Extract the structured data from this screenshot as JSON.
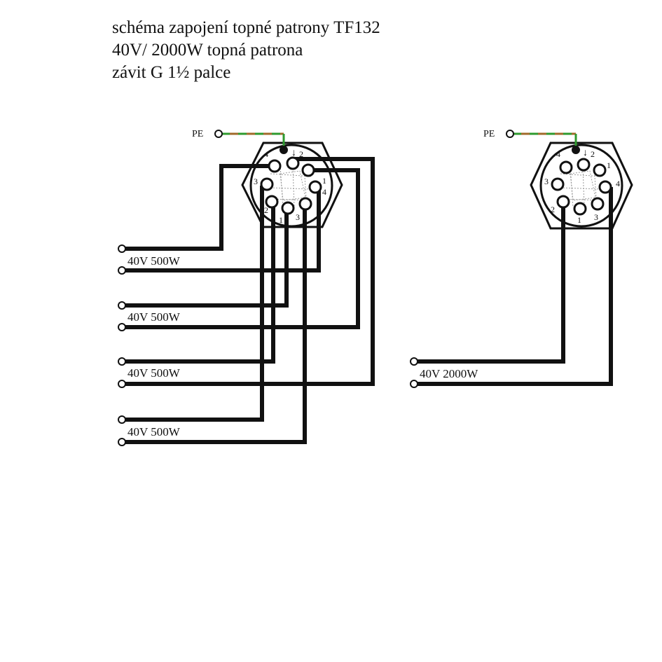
{
  "title": {
    "line1": "schéma zapojení topné patrony TF132",
    "line2": "40V/ 2000W topná patrona",
    "line3": "závit G 1½ palce"
  },
  "colors": {
    "wire": "#111111",
    "pe_green": "#2e9a2e",
    "pe_brown": "#a06a2a",
    "grid": "#9a9a9a"
  },
  "left_diagram": {
    "pe_label": "PE",
    "pin_numbers": [
      "4",
      "2",
      "3",
      "1",
      "4",
      "1",
      "3",
      "2"
    ],
    "outputs": [
      "40V 500W",
      "40V 500W",
      "40V 500W",
      "40V 500W"
    ]
  },
  "right_diagram": {
    "pe_label": "PE",
    "pin_numbers": [
      "4",
      "2",
      "1",
      "3",
      "4",
      "2",
      "1",
      "3"
    ],
    "output": "40V 2000W"
  }
}
